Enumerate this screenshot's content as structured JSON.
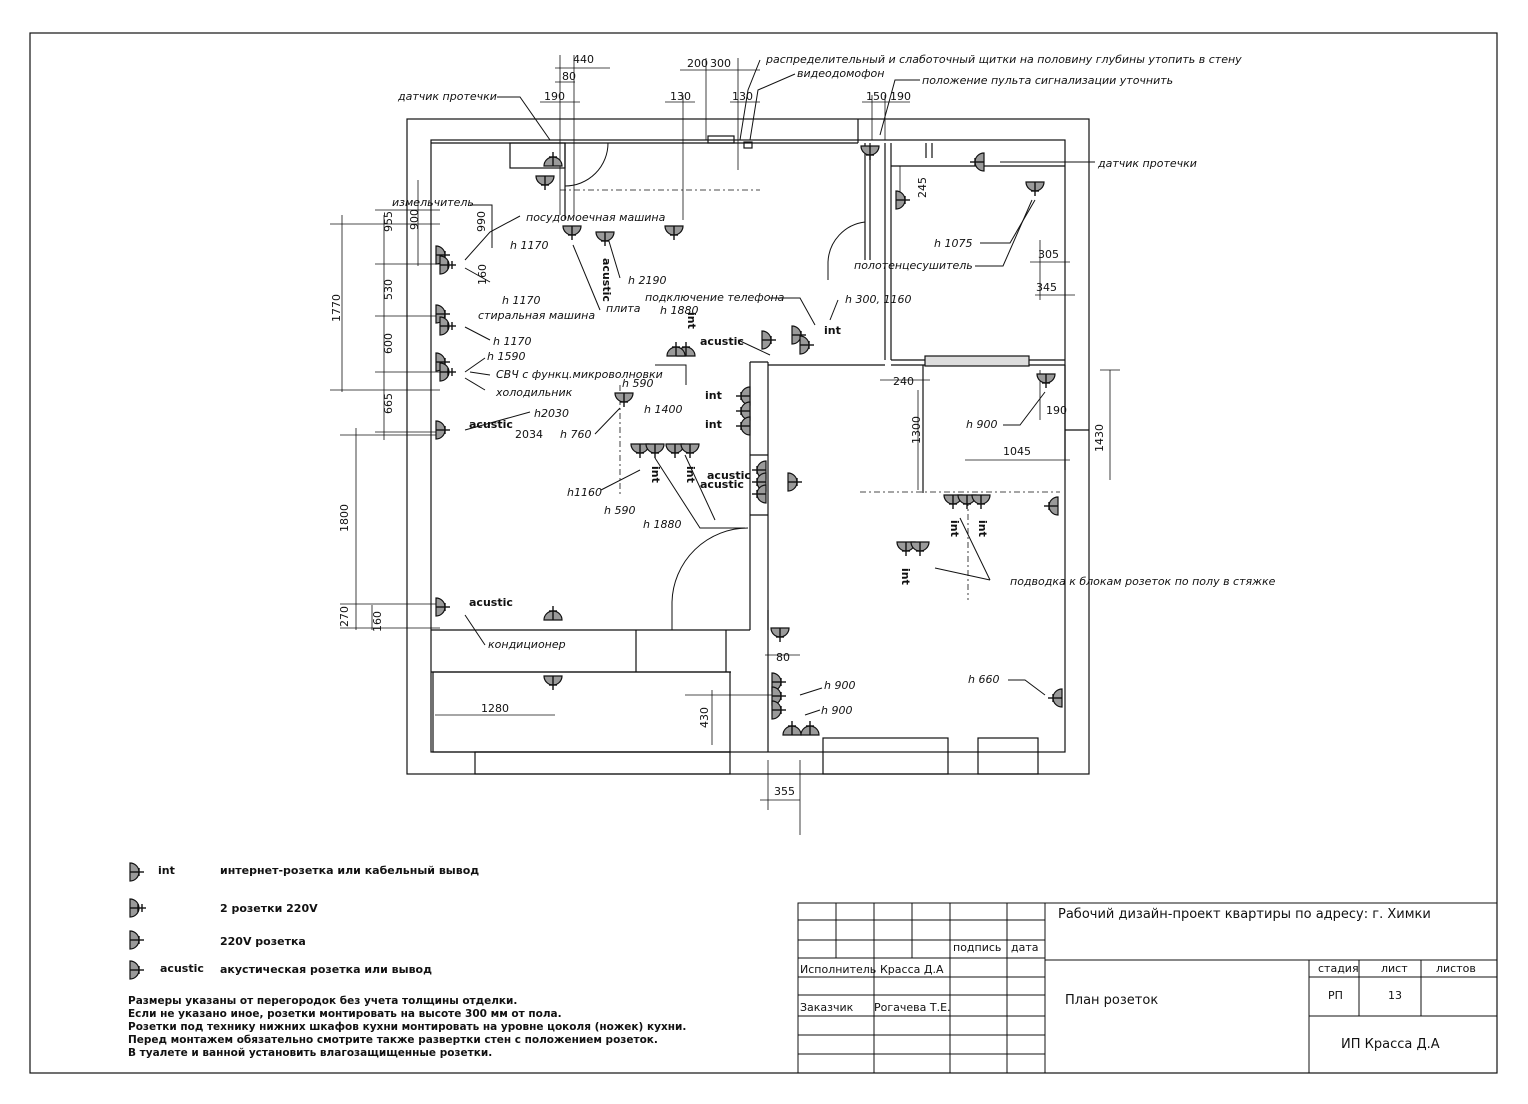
{
  "plan": {
    "dimensions": [
      "440",
      "80",
      "190",
      "200",
      "300",
      "130",
      "130",
      "150",
      "190",
      "245",
      "305",
      "345",
      "955",
      "900",
      "990",
      "160",
      "530",
      "600",
      "665",
      "1770",
      "2034",
      "1800",
      "270",
      "160",
      "240",
      "1300",
      "190",
      "1430",
      "1045",
      "80",
      "430",
      "1280",
      "355"
    ],
    "labels": {
      "leak_sensor_left": "датчик протечки",
      "leak_sensor_right": "датчик протечки",
      "shredder": "измельчитель",
      "dishwasher": "посудомоечная машина",
      "washer": "стиральная машина",
      "stove": "плита",
      "microwave": "СВЧ с функц.микроволновки",
      "fridge": "холодильник",
      "ac": "кондиционер",
      "panel": "распределительный и слаботочный щитки на половину глубины утопить в стену",
      "intercom": "видеодомофон",
      "alarm": "положение пульта сигнализации уточнить",
      "towel_dryer": "полотенцесушитель",
      "phone": "подключение телефона",
      "floor_boxes": "подводка к блокам розеток по полу в стяжке"
    },
    "heights": [
      "h 1170",
      "h 1170",
      "h 1170",
      "h 1590",
      "h2030",
      "h 760",
      "h 2190",
      "h 1880",
      "h 590",
      "h 1400",
      "h1160",
      "h 590",
      "h 1880",
      "h 300, 1160",
      "h 1075",
      "h 900",
      "h 660",
      "h 900",
      "h 900"
    ],
    "tags": {
      "acustic": "acustic",
      "int": "int"
    }
  },
  "legend": [
    {
      "code": "int",
      "text": "интернет-розетка или кабельный вывод"
    },
    {
      "code": "",
      "text": "2 розетки 220V"
    },
    {
      "code": "",
      "text": "220V розетка"
    },
    {
      "code": "acustic",
      "text": "акустическая розетка или вывод"
    }
  ],
  "notes": [
    "Размеры указаны от перегородок без учета толщины отделки.",
    "Если не указано иное, розетки монтировать на высоте 300 мм от пола.",
    "Розетки под технику нижних шкафов кухни монтировать на уровне цоколя (ножек) кухни.",
    "Перед монтажем обязательно смотрите также развертки стен с положением розеток.",
    "В туалете и ванной установить влагозащищенные розетки."
  ],
  "title_block": {
    "project": "Рабочий дизайн-проект квартиры по адресу: г. Химки",
    "sheet_title": "План розеток",
    "signature": "подпись",
    "date": "дата",
    "executor_label": "Исполнитель",
    "executor": "Красса Д.А",
    "client_label": "Заказчик",
    "client": "Рогачева Т.Е.",
    "stage_label": "стадия",
    "sheet_label": "лист",
    "sheets_label": "листов",
    "stage": "РП",
    "sheet": "13",
    "sheets": "",
    "company": "ИП Красса Д.А"
  }
}
